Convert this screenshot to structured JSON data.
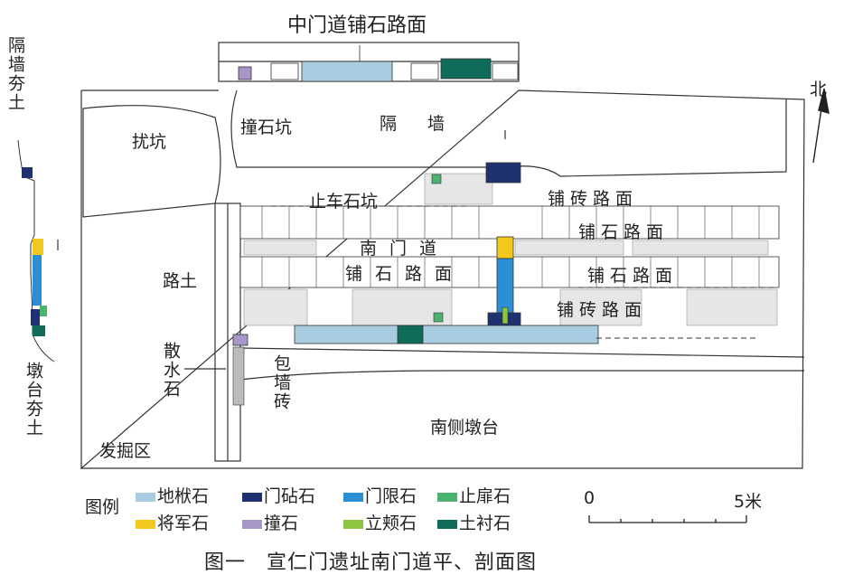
{
  "labels": {
    "top_paving": "中门道铺石路面",
    "partition_wall": "隔 墙",
    "pit_left": "扰坑",
    "zhuang_pit": "撞石坑",
    "stop_cart_pit": "止车石坑",
    "brick_paving_upper": "铺砖路面",
    "stone_paving_upper": "铺石路面",
    "south_gateway": "南门道",
    "stone_paving_mid": "铺石路面",
    "stone_paving_right": "铺石路面",
    "brick_paving_lower": "铺砖路面",
    "road_soil": "路土",
    "scatter_water": "散水石",
    "wrap_brick": "包墙砖",
    "south_platform": "南侧墩台",
    "excavation": "发掘区",
    "north": "北",
    "side_wall_soil": "隔墙夯土",
    "side_platform_soil": "墩台夯土"
  },
  "legend": {
    "title": "图例",
    "items": [
      {
        "label": "地栿石",
        "color": "#a9cde0"
      },
      {
        "label": "门砧石",
        "color": "#1f3170"
      },
      {
        "label": "门限石",
        "color": "#2b8fd6"
      },
      {
        "label": "止扉石",
        "color": "#4cb36f"
      },
      {
        "label": "将军石",
        "color": "#f2c81f"
      },
      {
        "label": "撞石",
        "color": "#a797c9"
      },
      {
        "label": "立颊石",
        "color": "#8cc63f"
      },
      {
        "label": "土衬石",
        "color": "#0f6b5a"
      }
    ]
  },
  "scale": {
    "zero": "0",
    "end": "5米"
  },
  "caption": "图一　宣仁门遗址南门道平、剖面图"
}
